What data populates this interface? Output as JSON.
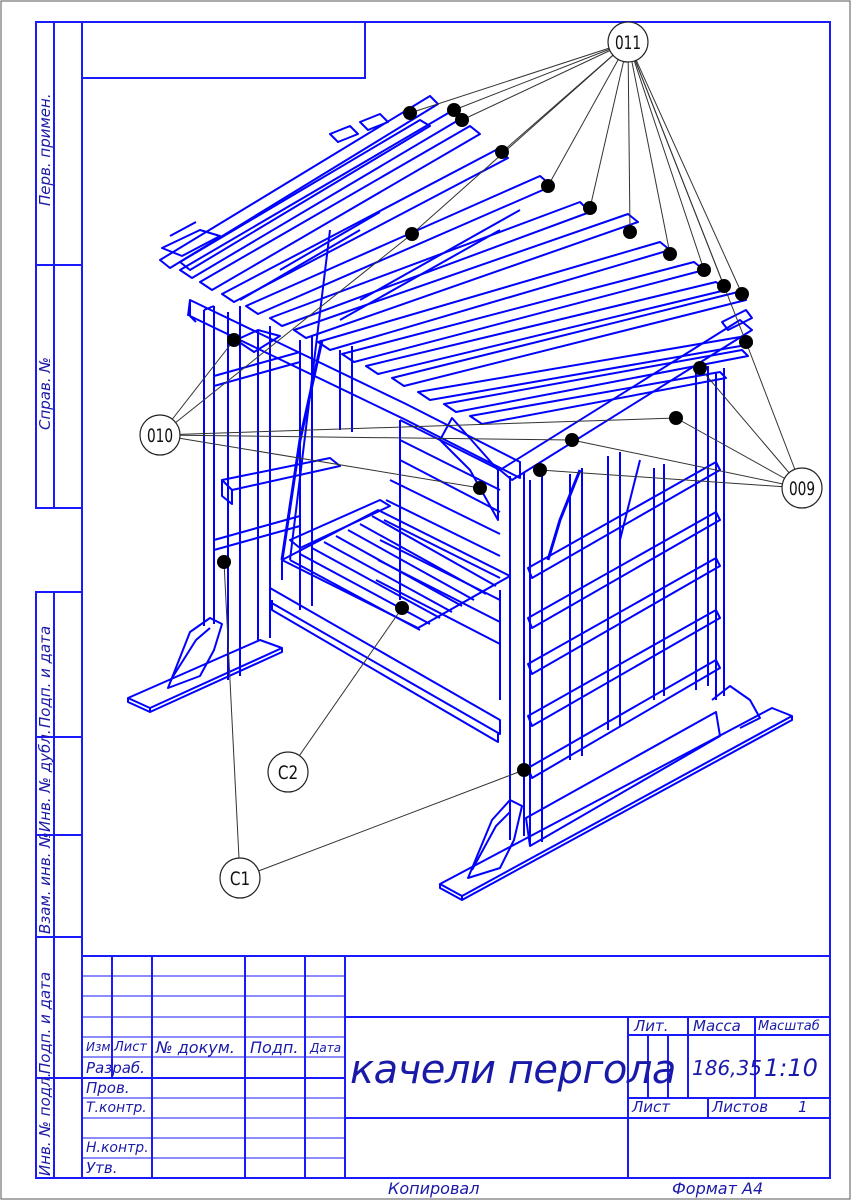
{
  "drawing": {
    "title": "качели пергола",
    "mass": "186,35",
    "scale": "1:10",
    "sheets_total": "1",
    "copied_label": "Копировал",
    "format_label": "Формат  А4"
  },
  "side_stamps": {
    "perv_primen": "Перв. примен.",
    "sprav_no": "Справ. №",
    "podp_data_1": "Подп. и дата",
    "inv_dubl": "Инв. № дубл.",
    "vzam_inv": "Взам. инв. №",
    "podp_data_2": "Подп. и дата",
    "inv_podl": "Инв. № подл."
  },
  "title_block": {
    "headers": {
      "izm": "Изм.",
      "list": "Лист",
      "doc_no": "№ докум.",
      "podp": "Подп.",
      "data": "Дата"
    },
    "roles": [
      "Разраб.",
      "Пров.",
      "Т.контр.",
      "",
      "Н.контр.",
      "Утв."
    ],
    "lit_label": "Лит.",
    "mass_label": "Масса",
    "scale_label": "Масштаб",
    "sheet_label": "Лист",
    "sheets_label": "Листов"
  },
  "callouts": [
    {
      "id": "c011",
      "label": "011"
    },
    {
      "id": "c010",
      "label": "010"
    },
    {
      "id": "c009",
      "label": "009"
    },
    {
      "id": "c2",
      "label": "С2"
    },
    {
      "id": "c1",
      "label": "С1"
    }
  ],
  "colors": {
    "ink": "#1a1aa8",
    "lines": "#0000ff",
    "dots": "#000000",
    "leaders": "#333333"
  }
}
